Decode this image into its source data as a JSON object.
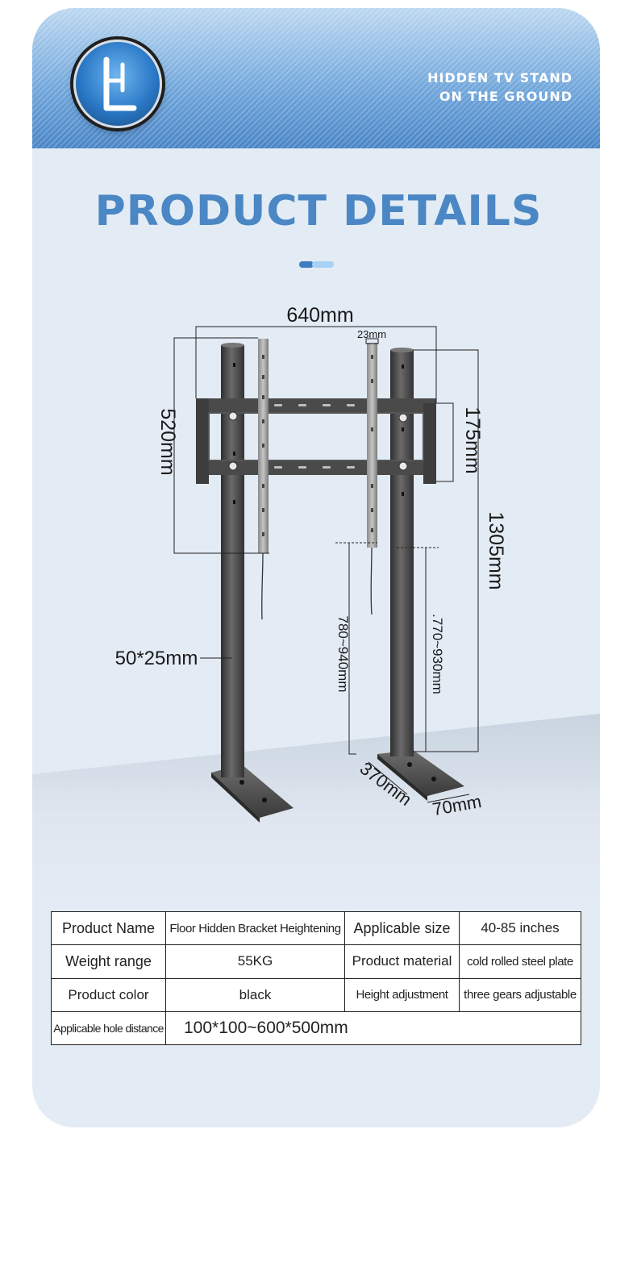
{
  "banner": {
    "line1": "HIDDEN TV STAND",
    "line2": "ON THE GROUND",
    "logo_icon": "stand-logo-icon"
  },
  "title": "PRODUCT DETAILS",
  "diagram": {
    "width_label": "640mm",
    "rail_label": "23mm",
    "vesa_height_label": "520mm",
    "bracket_height_label": "175mm",
    "total_height_label": "1305mm",
    "pole_label": "50*25mm",
    "adjust_left_label": "780~940mm",
    "adjust_right_label": ".770~930mm",
    "base_length_label": "370mm",
    "base_width_label": "70mm"
  },
  "specs": {
    "rows": [
      [
        "Product Name",
        "Floor Hidden Bracket Heightening",
        "Applicable size",
        "40-85 inches"
      ],
      [
        "Weight range",
        "55KG",
        "Product material",
        "cold rolled steel plate"
      ],
      [
        "Product color",
        "black",
        "Height adjustment",
        "three gears adjustable"
      ],
      [
        "Applicable hole distance",
        "100*100~600*500mm"
      ]
    ]
  },
  "colors": {
    "accent": "#4a87c4",
    "banner": "#6fa5da",
    "background": "#e3ebf4"
  }
}
